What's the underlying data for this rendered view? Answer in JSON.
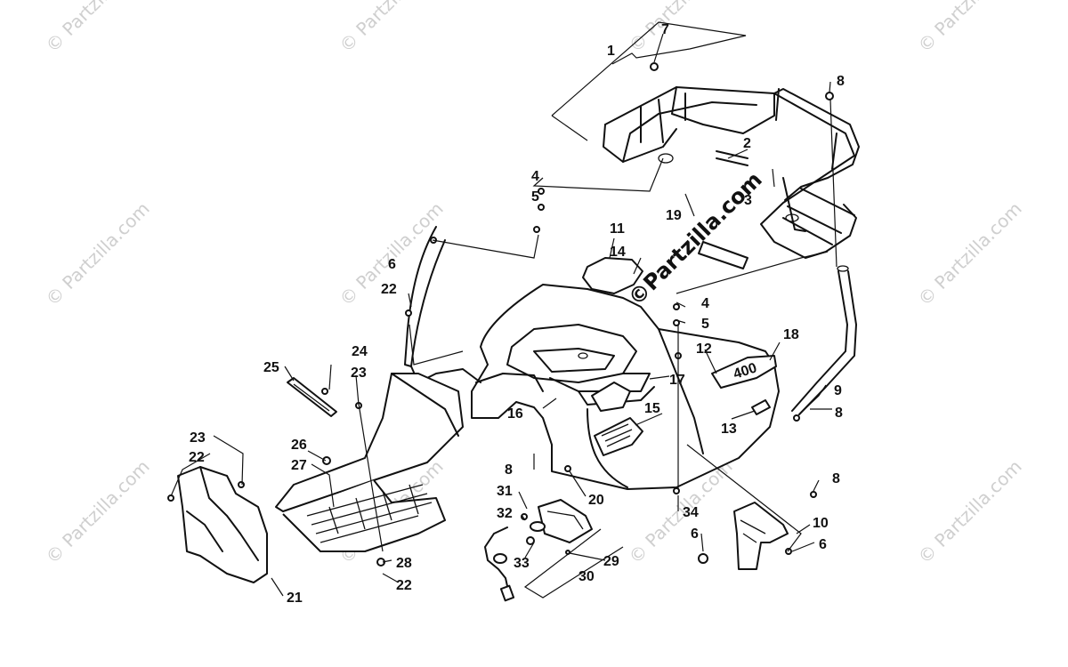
{
  "watermark": {
    "text": "© Partzilla.com",
    "center_text": "©Partzilla.com"
  },
  "callouts": [
    "1",
    "2",
    "3",
    "4",
    "5",
    "6",
    "7",
    "8",
    "9",
    "10",
    "11",
    "12",
    "13",
    "14",
    "15",
    "16",
    "17",
    "18",
    "19",
    "20",
    "21",
    "22",
    "23",
    "24",
    "25",
    "26",
    "27",
    "28",
    "29",
    "30",
    "31",
    "32",
    "33",
    "34"
  ]
}
